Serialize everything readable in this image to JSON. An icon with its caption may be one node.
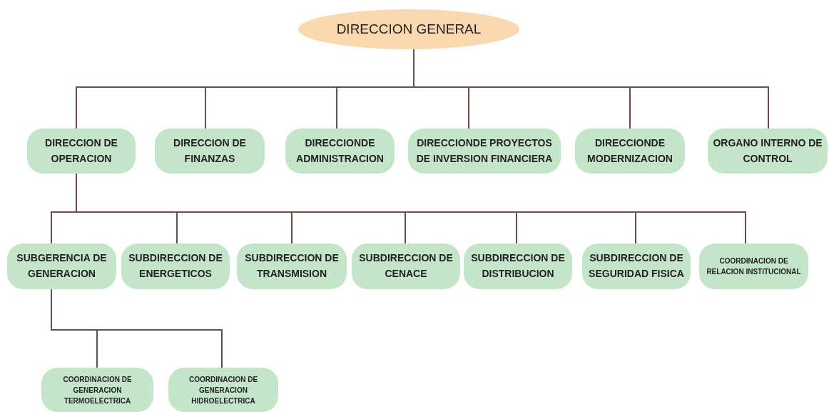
{
  "diagram": {
    "nodes": [
      {
        "text": [
          "DIRECCION GENERAL"
        ]
      },
      {
        "text": [
          "DIRECCION DE OPERACION"
        ]
      },
      {
        "text": [
          "DIRECCION DE FINANZAS"
        ]
      },
      {
        "text": [
          "DIRECCIONDE ADMINISTRACION"
        ]
      },
      {
        "text": [
          "DIRECCIONDE PROYECTOS DE INVERSION FINANCIERA"
        ]
      },
      {
        "text": [
          "DIRECCIONDE MODERNIZACION"
        ]
      },
      {
        "text": [
          "ORGANO INTERNO DE CONTROL"
        ]
      },
      {
        "text": [
          "SUBGERENCIA DE GENERACION"
        ]
      },
      {
        "text": [
          "SUBDIRECCION DE ENERGETICOS"
        ]
      },
      {
        "text": [
          "SUBDIRECCION DE TRANSMISION"
        ]
      },
      {
        "text": [
          "SUBDIRECCION DE CENACE"
        ]
      },
      {
        "text": [
          "SUBDIRECCION DE DISTRIBUCION"
        ]
      },
      {
        "text": [
          "SUBDIRECCION DE SEGURIDAD FISICA"
        ]
      },
      {
        "text": [
          "COORDINACION DE RELACION INSTITUCIONAL"
        ]
      },
      {
        "text": [
          "COORDINACION DE GENERACION TERMOELECTRICA"
        ]
      },
      {
        "text": [
          "COORDINACION DE GENERACION HIDROELECTRICA"
        ]
      }
    ],
    "edges": [
      {
        "from": 0,
        "to": 1,
        "arrow": "none"
      },
      {
        "from": 0,
        "to": 2,
        "arrow": "none"
      },
      {
        "from": 0,
        "to": 3,
        "arrow": "none"
      },
      {
        "from": 0,
        "to": 4,
        "arrow": "none"
      },
      {
        "from": 0,
        "to": 5,
        "arrow": "none"
      },
      {
        "from": 0,
        "to": 6,
        "arrow": "none"
      },
      {
        "from": 1,
        "to": 7,
        "arrow": "none"
      },
      {
        "from": 1,
        "to": 8,
        "arrow": "none"
      },
      {
        "from": 1,
        "to": 9,
        "arrow": "none"
      },
      {
        "from": 1,
        "to": 10,
        "arrow": "none"
      },
      {
        "from": 1,
        "to": 11,
        "arrow": "none"
      },
      {
        "from": 1,
        "to": 12,
        "arrow": "none"
      },
      {
        "from": 1,
        "to": 13,
        "arrow": "none"
      },
      {
        "from": 7,
        "to": 14,
        "arrow": "none"
      },
      {
        "from": 7,
        "to": 15,
        "arrow": "none"
      }
    ]
  }
}
